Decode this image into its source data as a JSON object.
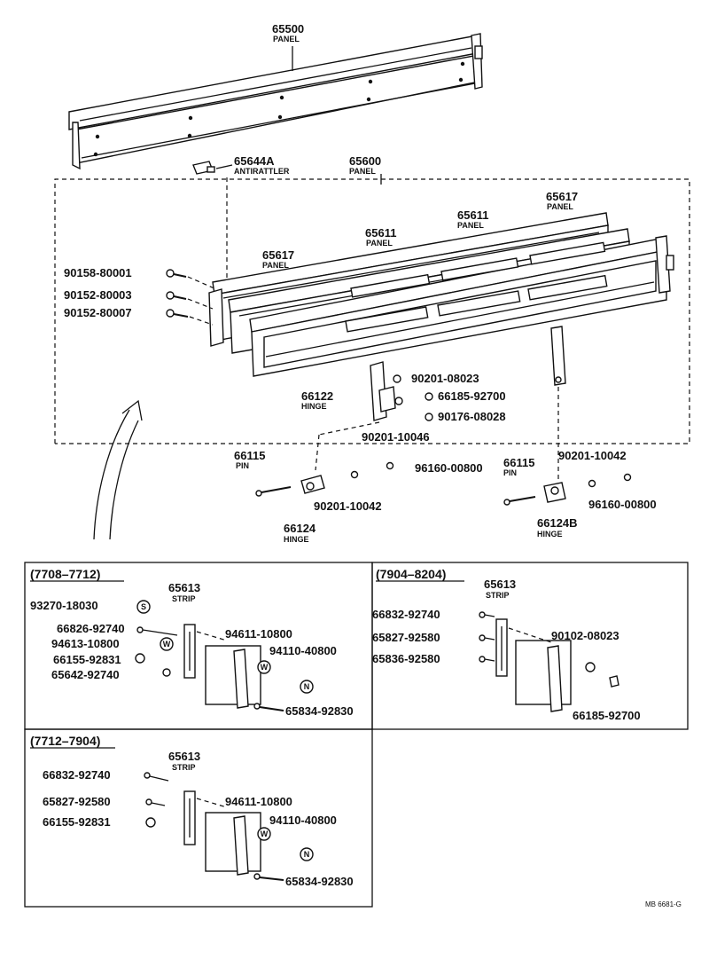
{
  "labels": [
    {
      "id": "p65500",
      "number": "65500",
      "name": "PANEL"
    },
    {
      "id": "p65644A",
      "number": "65644A",
      "name": "ANTIRATTLER"
    },
    {
      "id": "p65600",
      "number": "65600",
      "name": "PANEL"
    },
    {
      "id": "p65617a",
      "number": "65617",
      "name": "PANEL"
    },
    {
      "id": "p65611a",
      "number": "65611",
      "name": "PANEL"
    },
    {
      "id": "p65611b",
      "number": "65611",
      "name": "PANEL"
    },
    {
      "id": "p65617b",
      "number": "65617",
      "name": "PANEL"
    },
    {
      "id": "b90158",
      "number": "90158-80001",
      "name": ""
    },
    {
      "id": "b90152a",
      "number": "90152-80003",
      "name": ""
    },
    {
      "id": "b90152b",
      "number": "90152-80007",
      "name": ""
    },
    {
      "id": "p66122",
      "number": "66122",
      "name": "HINGE"
    },
    {
      "id": "n90201a",
      "number": "90201-08023",
      "name": ""
    },
    {
      "id": "n66185a",
      "number": "66185-92700",
      "name": ""
    },
    {
      "id": "n90176",
      "number": "90176-08028",
      "name": ""
    },
    {
      "id": "n90201b",
      "number": "90201-10046",
      "name": ""
    },
    {
      "id": "p66115a",
      "number": "66115",
      "name": "PIN"
    },
    {
      "id": "n96160a",
      "number": "96160-00800",
      "name": ""
    },
    {
      "id": "n90201c",
      "number": "90201-10042",
      "name": ""
    },
    {
      "id": "p66124",
      "number": "66124",
      "name": "HINGE"
    },
    {
      "id": "p66115b",
      "number": "66115",
      "name": "PIN"
    },
    {
      "id": "n90201d",
      "number": "90201-10042",
      "name": ""
    },
    {
      "id": "n96160b",
      "number": "96160-00800",
      "name": ""
    },
    {
      "id": "p66124B",
      "number": "66124B",
      "name": "HINGE"
    }
  ],
  "sections": [
    {
      "id": "s1",
      "heading": "(7708–7712)",
      "labels": [
        {
          "id": "s1_65613",
          "number": "65613",
          "name": "STRIP"
        },
        {
          "id": "s1_93270",
          "number": "93270-18030",
          "name": ""
        },
        {
          "id": "s1_66826",
          "number": "66826-92740",
          "name": ""
        },
        {
          "id": "s1_94613",
          "number": "94613-10800",
          "name": ""
        },
        {
          "id": "s1_66155",
          "number": "66155-92831",
          "name": ""
        },
        {
          "id": "s1_65642",
          "number": "65642-92740",
          "name": ""
        },
        {
          "id": "s1_94611",
          "number": "94611-10800",
          "name": ""
        },
        {
          "id": "s1_94110",
          "number": "94110-40800",
          "name": ""
        },
        {
          "id": "s1_65834",
          "number": "65834-92830",
          "name": ""
        }
      ]
    },
    {
      "id": "s2",
      "heading": "(7904–8204)",
      "labels": [
        {
          "id": "s2_65613",
          "number": "65613",
          "name": "STRIP"
        },
        {
          "id": "s2_66832",
          "number": "66832-92740",
          "name": ""
        },
        {
          "id": "s2_65827",
          "number": "65827-92580",
          "name": ""
        },
        {
          "id": "s2_65836",
          "number": "65836-92580",
          "name": ""
        },
        {
          "id": "s2_90102",
          "number": "90102-08023",
          "name": ""
        },
        {
          "id": "s2_66185",
          "number": "66185-92700",
          "name": ""
        }
      ]
    },
    {
      "id": "s3",
      "heading": "(7712–7904)",
      "labels": [
        {
          "id": "s3_65613",
          "number": "65613",
          "name": "STRIP"
        },
        {
          "id": "s3_66832",
          "number": "66832-92740",
          "name": ""
        },
        {
          "id": "s3_65827",
          "number": "65827-92580",
          "name": ""
        },
        {
          "id": "s3_66155",
          "number": "66155-92831",
          "name": ""
        },
        {
          "id": "s3_94611",
          "number": "94611-10800",
          "name": ""
        },
        {
          "id": "s3_94110",
          "number": "94110-40800",
          "name": ""
        },
        {
          "id": "s3_65834",
          "number": "65834-92830",
          "name": ""
        }
      ]
    }
  ],
  "symbols": {
    "s": "S",
    "w": "W",
    "n": "N"
  },
  "code": "MB 6681-G"
}
